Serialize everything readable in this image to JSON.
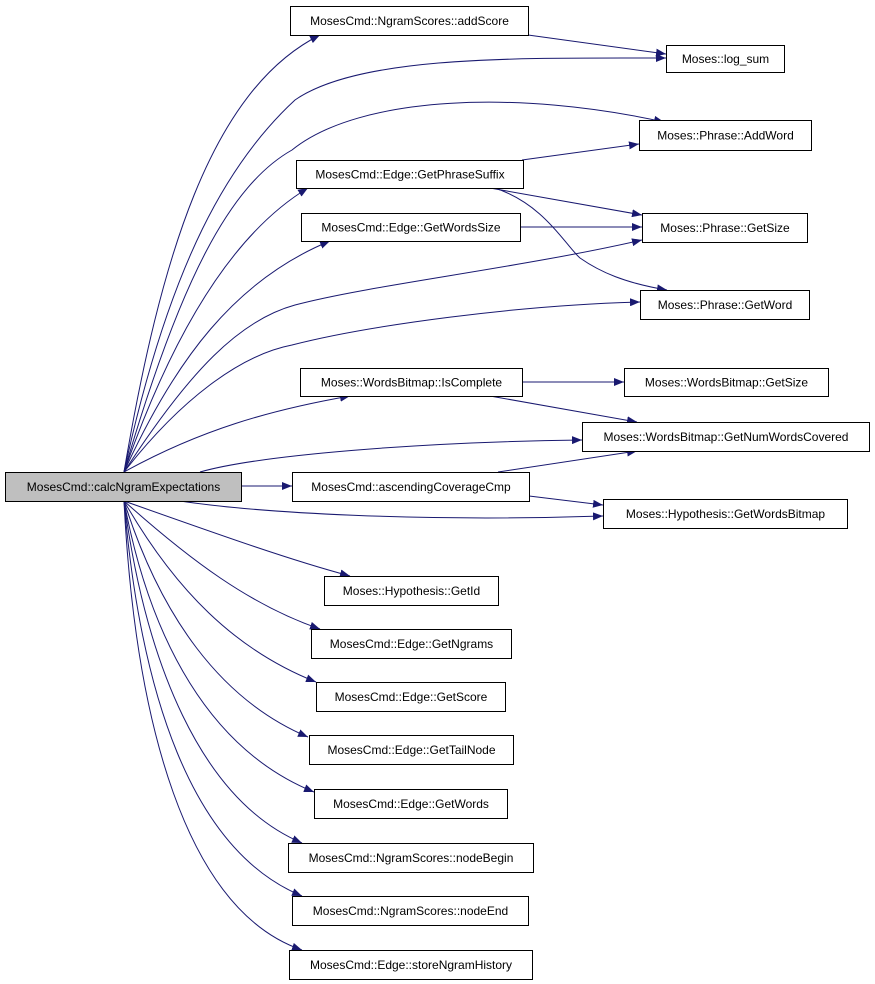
{
  "colors": {
    "edge": "#191970",
    "root_fill": "#bfbfbf",
    "node_fill": "#ffffff",
    "border": "#000000"
  },
  "root": {
    "id": "calc",
    "label": "MosesCmd::calcNgramExpectations"
  },
  "nodes": [
    {
      "id": "addScore",
      "label": "MosesCmd::NgramScores::addScore"
    },
    {
      "id": "logsum",
      "label": "Moses::log_sum"
    },
    {
      "id": "addword",
      "label": "Moses::Phrase::AddWord"
    },
    {
      "id": "getphrasesuffix",
      "label": "MosesCmd::Edge::GetPhraseSuffix"
    },
    {
      "id": "getwordssize",
      "label": "MosesCmd::Edge::GetWordsSize"
    },
    {
      "id": "phrasegetsize",
      "label": "Moses::Phrase::GetSize"
    },
    {
      "id": "phrasegetword",
      "label": "Moses::Phrase::GetWord"
    },
    {
      "id": "iscomplete",
      "label": "Moses::WordsBitmap::IsComplete"
    },
    {
      "id": "wbgetsize",
      "label": "Moses::WordsBitmap::GetSize"
    },
    {
      "id": "getnumwordscovered",
      "label": "Moses::WordsBitmap::GetNumWordsCovered"
    },
    {
      "id": "ascending",
      "label": "MosesCmd::ascendingCoverageCmp"
    },
    {
      "id": "getwordsbitmap",
      "label": "Moses::Hypothesis::GetWordsBitmap"
    },
    {
      "id": "getid",
      "label": "Moses::Hypothesis::GetId"
    },
    {
      "id": "getngrams",
      "label": "MosesCmd::Edge::GetNgrams"
    },
    {
      "id": "getscore",
      "label": "MosesCmd::Edge::GetScore"
    },
    {
      "id": "gettailnode",
      "label": "MosesCmd::Edge::GetTailNode"
    },
    {
      "id": "getwords",
      "label": "MosesCmd::Edge::GetWords"
    },
    {
      "id": "nodebegin",
      "label": "MosesCmd::NgramScores::nodeBegin"
    },
    {
      "id": "nodeend",
      "label": "MosesCmd::NgramScores::nodeEnd"
    },
    {
      "id": "storengram",
      "label": "MosesCmd::Edge::storeNgramHistory"
    }
  ],
  "edges": [
    {
      "from": "calc",
      "to": "addScore"
    },
    {
      "from": "addScore",
      "to": "logsum"
    },
    {
      "from": "calc",
      "to": "logsum"
    },
    {
      "from": "calc",
      "to": "addword"
    },
    {
      "from": "calc",
      "to": "getphrasesuffix"
    },
    {
      "from": "getphrasesuffix",
      "to": "addword"
    },
    {
      "from": "getphrasesuffix",
      "to": "phrasegetsize"
    },
    {
      "from": "getphrasesuffix",
      "to": "phrasegetword"
    },
    {
      "from": "calc",
      "to": "getwordssize"
    },
    {
      "from": "getwordssize",
      "to": "phrasegetsize"
    },
    {
      "from": "calc",
      "to": "phrasegetsize"
    },
    {
      "from": "calc",
      "to": "phrasegetword"
    },
    {
      "from": "calc",
      "to": "iscomplete"
    },
    {
      "from": "iscomplete",
      "to": "wbgetsize"
    },
    {
      "from": "iscomplete",
      "to": "getnumwordscovered"
    },
    {
      "from": "calc",
      "to": "getnumwordscovered"
    },
    {
      "from": "calc",
      "to": "ascending"
    },
    {
      "from": "ascending",
      "to": "getnumwordscovered"
    },
    {
      "from": "ascending",
      "to": "getwordsbitmap"
    },
    {
      "from": "calc",
      "to": "getwordsbitmap"
    },
    {
      "from": "calc",
      "to": "getid"
    },
    {
      "from": "calc",
      "to": "getngrams"
    },
    {
      "from": "calc",
      "to": "getscore"
    },
    {
      "from": "calc",
      "to": "gettailnode"
    },
    {
      "from": "calc",
      "to": "getwords"
    },
    {
      "from": "calc",
      "to": "nodebegin"
    },
    {
      "from": "calc",
      "to": "nodeend"
    },
    {
      "from": "calc",
      "to": "storengram"
    }
  ]
}
